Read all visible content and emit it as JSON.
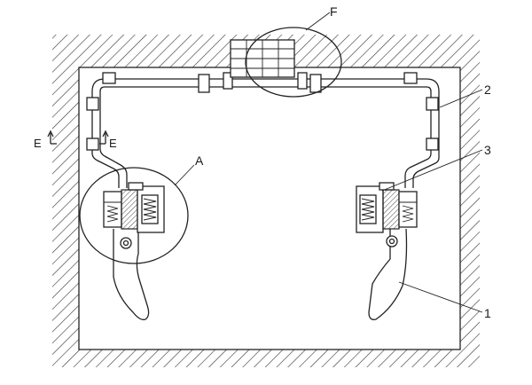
{
  "figure": {
    "labels": {
      "A": "A",
      "F": "F",
      "ref_1": "1",
      "ref_2": "2",
      "ref_3": "3",
      "section_left": "E",
      "section_right": "E"
    }
  }
}
